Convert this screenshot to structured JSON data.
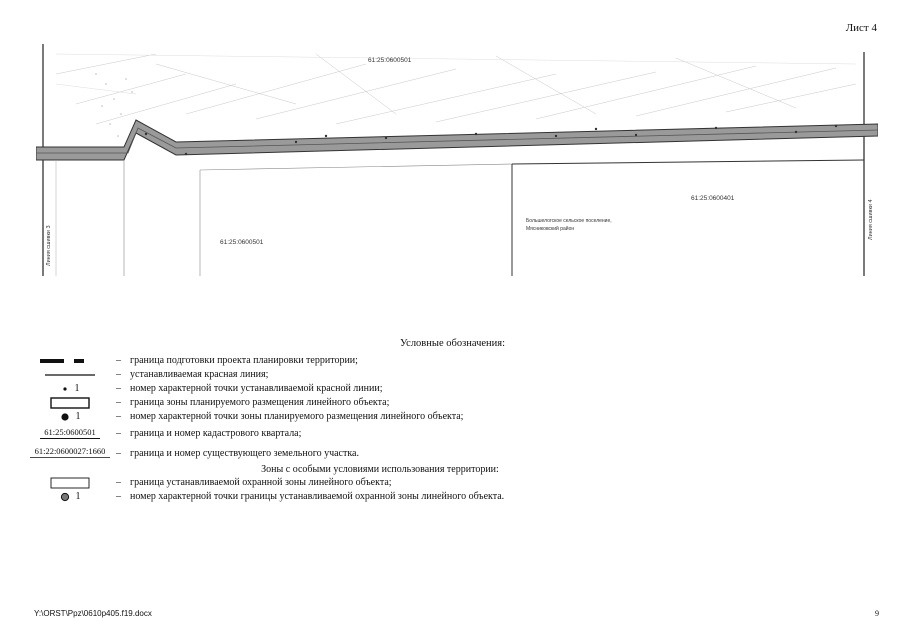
{
  "sheet_label": "Лист 4",
  "map": {
    "quarters": [
      "61:25:0600501",
      "61:25:0600501",
      "61:25:0600401"
    ],
    "settlement_line1": "Большелогское сельское поселение,",
    "settlement_line2": "Мясниковский район",
    "match_line_left": "Линия сшивки 3",
    "match_line_right": "Линия сшивки 4"
  },
  "legend": {
    "title": "Условные обозначения:",
    "items": [
      {
        "symbol": "",
        "text": "граница подготовки проекта планировки территории;"
      },
      {
        "symbol": "",
        "text": "устанавливаемая красная линия;"
      },
      {
        "symbol": "1",
        "text": "номер характерной точки устанавливаемой красной линии;"
      },
      {
        "symbol": "",
        "text": "граница зоны планируемого размещения линейного объекта;"
      },
      {
        "symbol": "1",
        "text": "номер характерной точки зоны планируемого размещения линейного объекта;"
      },
      {
        "symbol": "61:25:0600501",
        "text": "граница и номер кадастрового квартала;"
      },
      {
        "symbol": "61:22:0600027:1660",
        "text": "граница и номер существующего земельного участка."
      }
    ],
    "zones_title": "Зоны с особыми условиями использования территории:",
    "zone_items": [
      {
        "symbol": "",
        "text": "граница устанавливаемой охранной зоны линейного объекта;"
      },
      {
        "symbol": "1",
        "text": "номер характерной точки границы устанавливаемой охранной зоны линейного объекта."
      }
    ],
    "dash": "–"
  },
  "footer": {
    "path": "Y:\\ORST\\Ppz\\0610p405.f19.docx",
    "page": "9"
  }
}
